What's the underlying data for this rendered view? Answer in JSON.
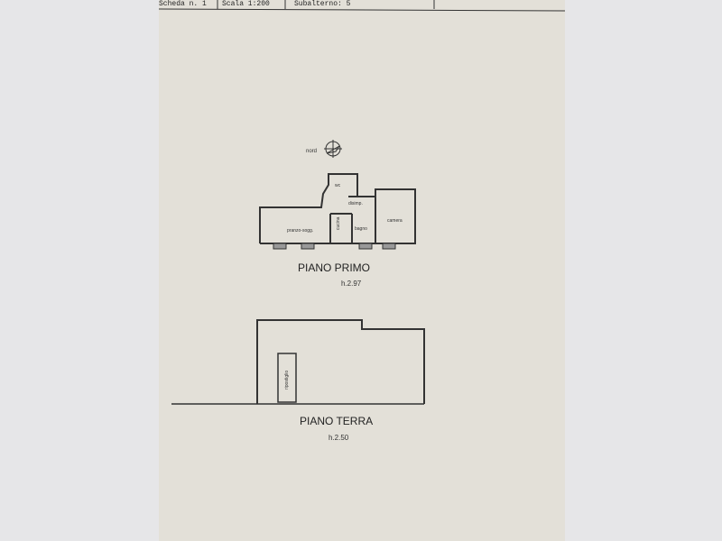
{
  "header": {
    "scheda": "Scheda n. 1",
    "scala": "Scala 1:200",
    "subalterno": "Subalterno: 5"
  },
  "north_label": "nord",
  "rooms": {
    "wc": "wc",
    "disimp": "disimp.",
    "cucina": "cucina",
    "pranzo": "pranzo-sogg.",
    "bagno": "bagno",
    "camera": "camera",
    "ripostiglio": "ripostiglio"
  },
  "floors": [
    {
      "name": "PIANO PRIMO",
      "height": "h.2.97"
    },
    {
      "name": "PIANO TERRA",
      "height": "h.2.50"
    }
  ]
}
